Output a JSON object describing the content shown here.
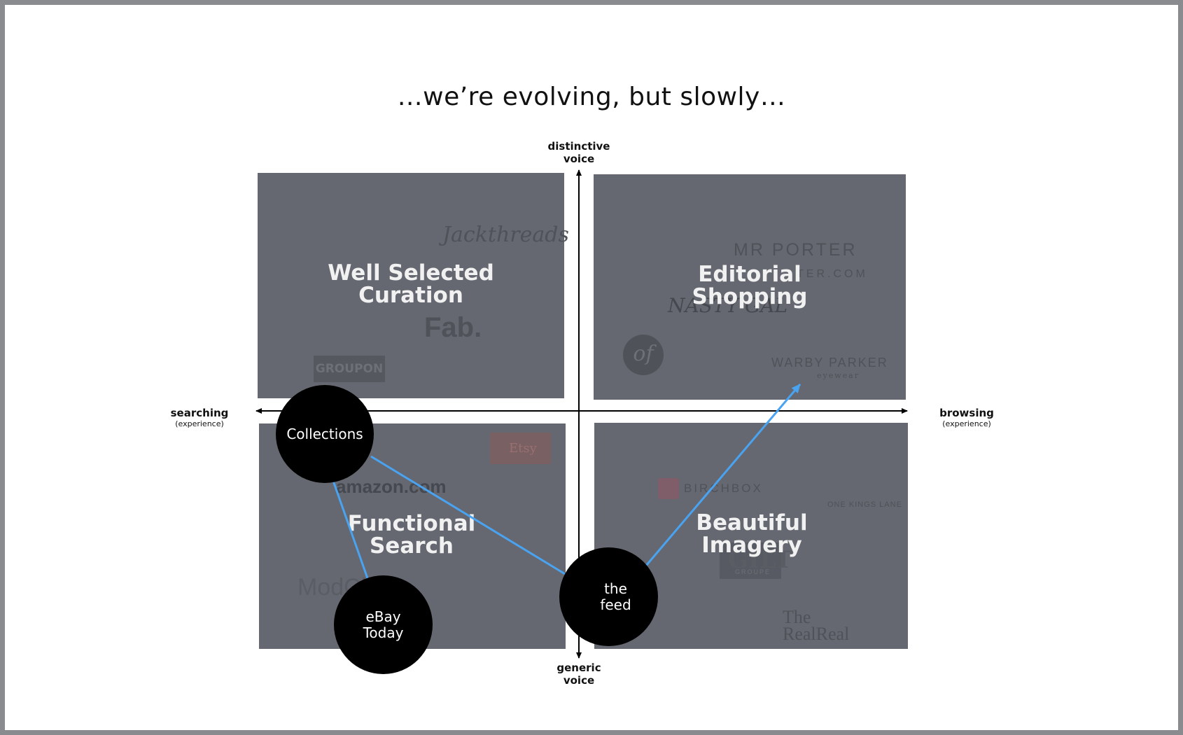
{
  "title": "…we’re evolving, but slowly…",
  "axes": {
    "top": {
      "line1": "distinctive",
      "line2": "voice"
    },
    "bottom": {
      "line1": "generic",
      "line2": "voice"
    },
    "left": {
      "main": "searching",
      "sub": "(experience)"
    },
    "right": {
      "main": "browsing",
      "sub": "(experience)"
    }
  },
  "quadrants": {
    "top_left": {
      "line1": "Well Selected",
      "line2": "Curation"
    },
    "top_right": {
      "line1": "Editorial",
      "line2": "Shopping"
    },
    "bottom_left": {
      "line1": "Functional",
      "line2": "Search"
    },
    "bottom_right": {
      "line1": "Beautiful",
      "line2": "Imagery"
    }
  },
  "logos": {
    "jackthreads": "Jackthreads",
    "fab": "Fab.",
    "groupon": "GROUPON",
    "mr_porter": "MR PORTER",
    "mr_porter_url": "TER.COM",
    "nasty_gal": "NASTY GAL",
    "of": "of",
    "warby_parker": "WARBY PARKER",
    "warby_parker_sub": "eyewear",
    "etsy": "Etsy",
    "amazon": "amazon.com",
    "modcloth": "ModCloth",
    "birchbox": "BIRCHBOX",
    "one_kings_lane": "ONE KINGS LANE",
    "gilt": "GILT",
    "gilt_sub": "GROUPE",
    "realreal_line1": "The",
    "realreal_line2": "RealReal"
  },
  "nodes": {
    "collections": "Collections",
    "ebay_today": {
      "line1": "eBay",
      "line2": "Today"
    },
    "the_feed": {
      "line1": "the",
      "line2": "feed"
    }
  },
  "colors": {
    "quadrant": "#656870",
    "arrow": "#4aa3f0",
    "node": "#000000",
    "axis": "#000000"
  }
}
